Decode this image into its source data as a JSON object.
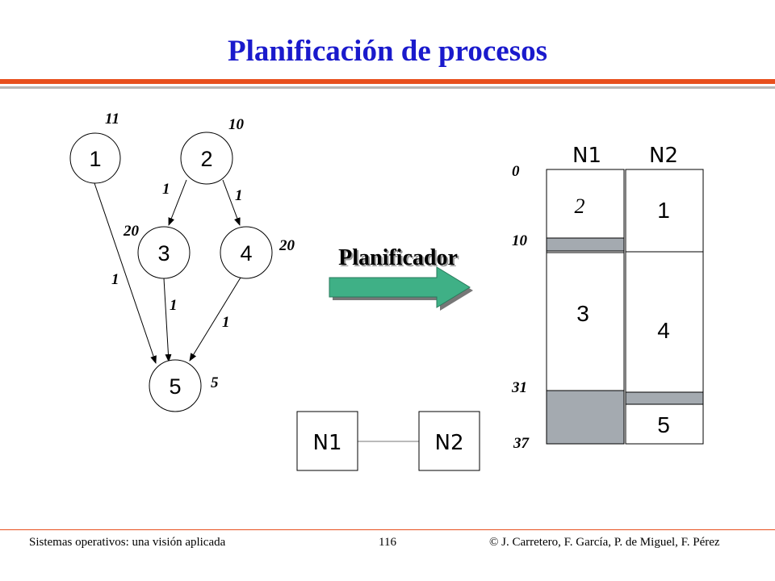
{
  "title": "Planificación de procesos",
  "colors": {
    "title": "#1a1acc",
    "accent_rule": "#e8501e",
    "arrow_fill": "#3fb086",
    "idle_gray": "#a4aab0"
  },
  "graph": {
    "nodes": [
      {
        "label": "1",
        "weight": "11"
      },
      {
        "label": "2",
        "weight": "10"
      },
      {
        "label": "3",
        "weight": "20"
      },
      {
        "label": "4",
        "weight": "20"
      },
      {
        "label": "5",
        "weight": "5"
      }
    ],
    "edges": [
      {
        "from": "1",
        "to": "5",
        "weight": "1"
      },
      {
        "from": "2",
        "to": "3",
        "weight": "1"
      },
      {
        "from": "2",
        "to": "4",
        "weight": "1"
      },
      {
        "from": "3",
        "to": "5",
        "weight": "1"
      },
      {
        "from": "4",
        "to": "5",
        "weight": "1"
      }
    ]
  },
  "scheduler_label": "Planificador",
  "network": {
    "node_a": "N1",
    "node_b": "N2"
  },
  "schedule": {
    "columns": [
      "N1",
      "N2"
    ],
    "time_marks": [
      "0",
      "10",
      "31",
      "37"
    ],
    "n1_tasks": [
      "2",
      "3"
    ],
    "n2_tasks": [
      "1",
      "4",
      "5"
    ]
  },
  "footer": {
    "left": "Sistemas operativos: una visión aplicada",
    "page": "116",
    "right": "© J. Carretero, F. García, P. de Miguel, F. Pérez"
  }
}
